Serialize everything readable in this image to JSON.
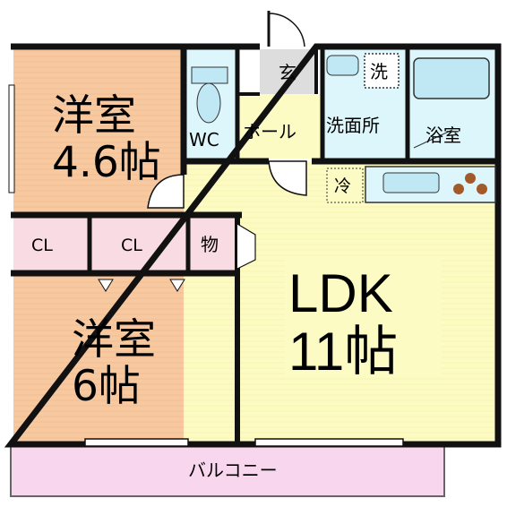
{
  "rooms": {
    "western_room_small": {
      "name": "洋室",
      "size": "4.6帖"
    },
    "western_room_large": {
      "name": "洋室",
      "size": "6帖"
    },
    "ldk": {
      "name": "LDK",
      "size": "11帖"
    },
    "closet_left": "CL",
    "closet_right": "CL",
    "storage": "物",
    "toilet": "WC",
    "hall": "ホール",
    "entrance": "玄",
    "washroom": "洗面所",
    "washer": "洗",
    "bathroom": "浴室",
    "fridge": "冷",
    "balcony": "バルコニー"
  },
  "colors": {
    "wall": "#111111",
    "western_room": "#f7c9a0",
    "ldk": "#fdfbc4",
    "wet_area": "#dcf6fb",
    "hall": "#fdfbc4",
    "closet": "#f9dbe3",
    "balcony": "#f8d7ee",
    "entrance": "#dddddd",
    "fixture": "#bfe8f4"
  }
}
